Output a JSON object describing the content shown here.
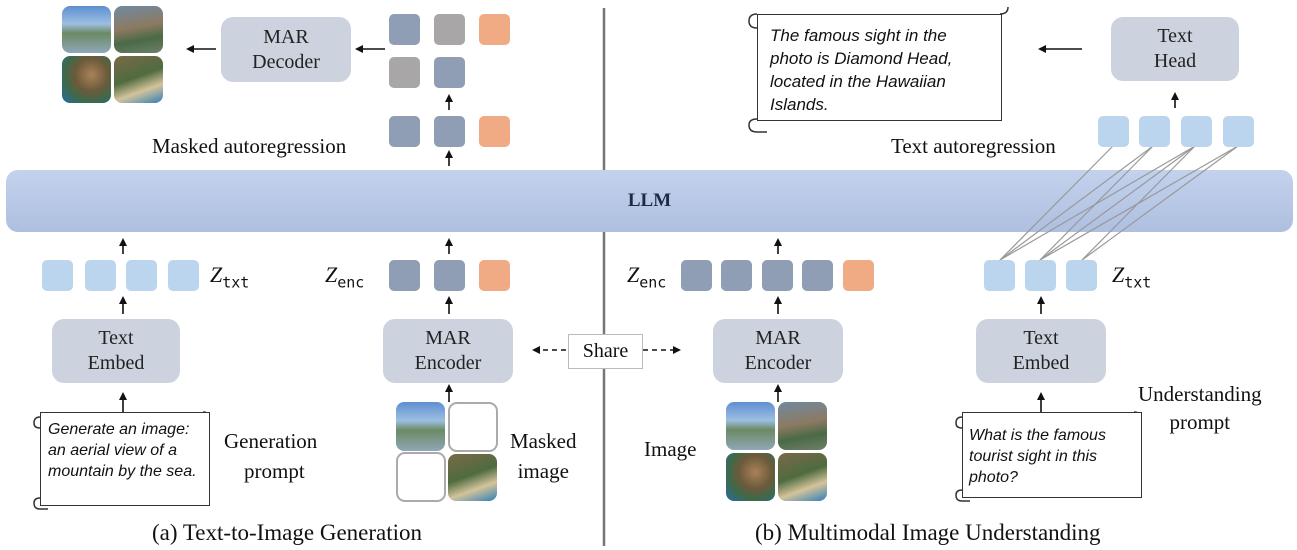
{
  "llm_label": "LLM",
  "left": {
    "caption": "(a) Text-to-Image Generation",
    "decoder_line1": "MAR",
    "decoder_line2": "Decoder",
    "masked_autoregression": "Masked autoregression",
    "z_txt_base": "Z",
    "z_txt_sub": "txt",
    "z_enc_base": "Z",
    "z_enc_sub": "enc",
    "text_embed_line1": "Text",
    "text_embed_line2": "Embed",
    "encoder_line1": "MAR",
    "encoder_line2": "Encoder",
    "prompt_text": "Generate an image: an aerial view of a mountain by the sea.",
    "generation_prompt_line1": "Generation",
    "generation_prompt_line2": "prompt",
    "masked_image_line1": "Masked",
    "masked_image_line2": "image"
  },
  "share_label": "Share",
  "right": {
    "caption": "(b) Multimodal Image Understanding",
    "answer_text": "The famous sight in the photo is Diamond Head, located in the Hawaiian Islands.",
    "text_head_line1": "Text",
    "text_head_line2": "Head",
    "text_autoregression": "Text autoregression",
    "z_enc_base": "Z",
    "z_enc_sub": "enc",
    "z_txt_base": "Z",
    "z_txt_sub": "txt",
    "encoder_line1": "MAR",
    "encoder_line2": "Encoder",
    "text_embed_line1": "Text",
    "text_embed_line2": "Embed",
    "image_label": "Image",
    "understanding_line1": "Understanding",
    "understanding_line2": "prompt",
    "question_text": "What is the famous tourist sight in this photo?"
  },
  "colors": {
    "llm_band": "#b8c9e6",
    "module_box": "#ccd3de",
    "token_dark": "#8f9db5",
    "token_gray": "#a8a6a6",
    "token_orange": "#f0ab84",
    "token_light": "#bcd5ee"
  },
  "icons": [
    "up-arrow-icon",
    "left-arrow-icon",
    "double-dashed-arrow-icon",
    "scroll-icon",
    "photo-tile-icon"
  ]
}
